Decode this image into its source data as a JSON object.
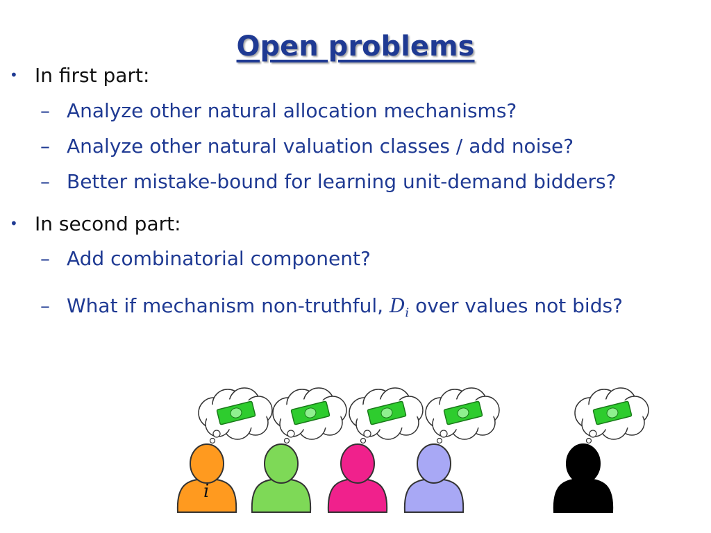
{
  "title": "Open problems",
  "sections": [
    {
      "heading": "In first part:",
      "items": [
        "Analyze other natural allocation mechanisms?",
        "Analyze other natural valuation classes / add noise?",
        "Better mistake-bound for learning unit-demand bidders?"
      ]
    },
    {
      "heading": "In second part:",
      "items": [
        "Add combinatorial component?"
      ],
      "last_item": {
        "before": "What if mechanism non-truthful, ",
        "var": "D",
        "sub": "i",
        "after": " over values not bids?"
      }
    }
  ],
  "bullet_glyph": "•",
  "dash_glyph": "–",
  "people": [
    {
      "color": "#ff9a1f",
      "label": "i"
    },
    {
      "color": "#7ed957",
      "label": ""
    },
    {
      "color": "#f0218c",
      "label": ""
    },
    {
      "color": "#a8a8f5",
      "label": ""
    },
    {
      "color": "#000000",
      "label": ""
    }
  ],
  "colors": {
    "title": "#1f3a93",
    "text": "#1f3a93",
    "money": "#2ecc2e"
  },
  "icons": [
    "thought-bubble-icon",
    "money-bill-icon",
    "person-icon"
  ]
}
